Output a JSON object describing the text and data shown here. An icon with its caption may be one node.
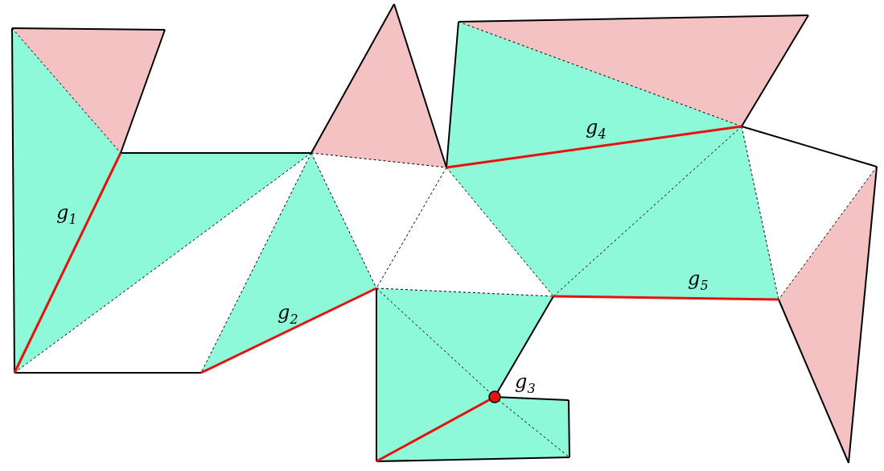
{
  "diagram": {
    "labels": [
      "g$_{1}$",
      "g$_{2}$",
      "g$_{3}$",
      "g$_{4}$",
      "g$_{5}$"
    ]
  }
}
